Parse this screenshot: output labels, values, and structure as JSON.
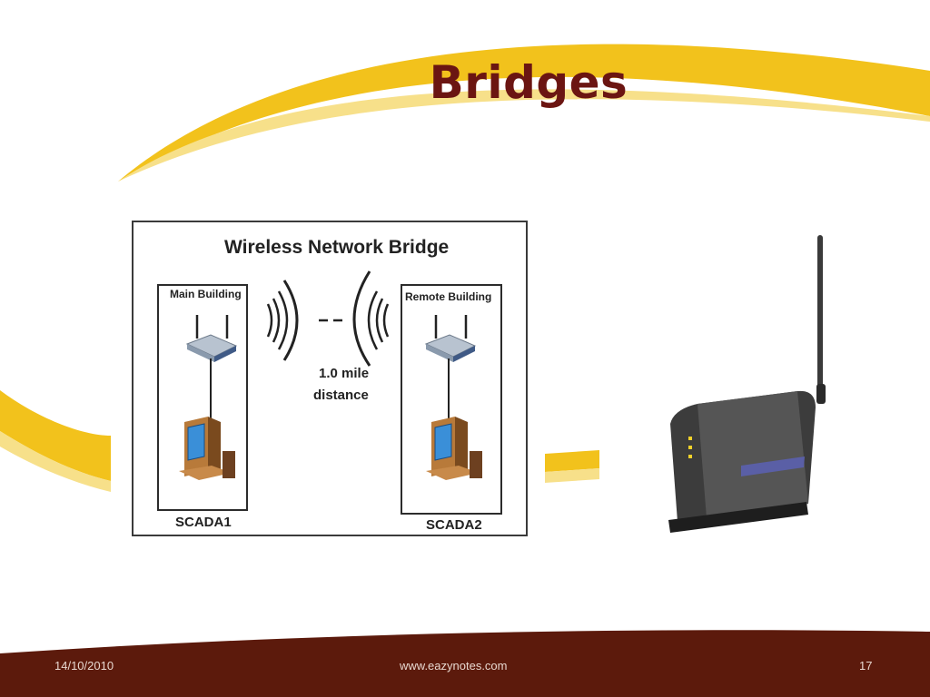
{
  "slide": {
    "title": "Bridges"
  },
  "diagram": {
    "title": "Wireless Network Bridge",
    "left_label": "Main Building",
    "right_label": "Remote Building",
    "distance_line1": "1.0 mile",
    "distance_line2": "distance",
    "left_caption": "SCADA1",
    "right_caption": "SCADA2"
  },
  "footer": {
    "date": "14/10/2010",
    "website": "www.eazynotes.com",
    "page_number": "17"
  },
  "colors": {
    "title": "#6b1512",
    "swoosh_yellow": "#f2c21c",
    "swoosh_light": "#f7e08a",
    "footer_bg": "#5c1a0c"
  }
}
